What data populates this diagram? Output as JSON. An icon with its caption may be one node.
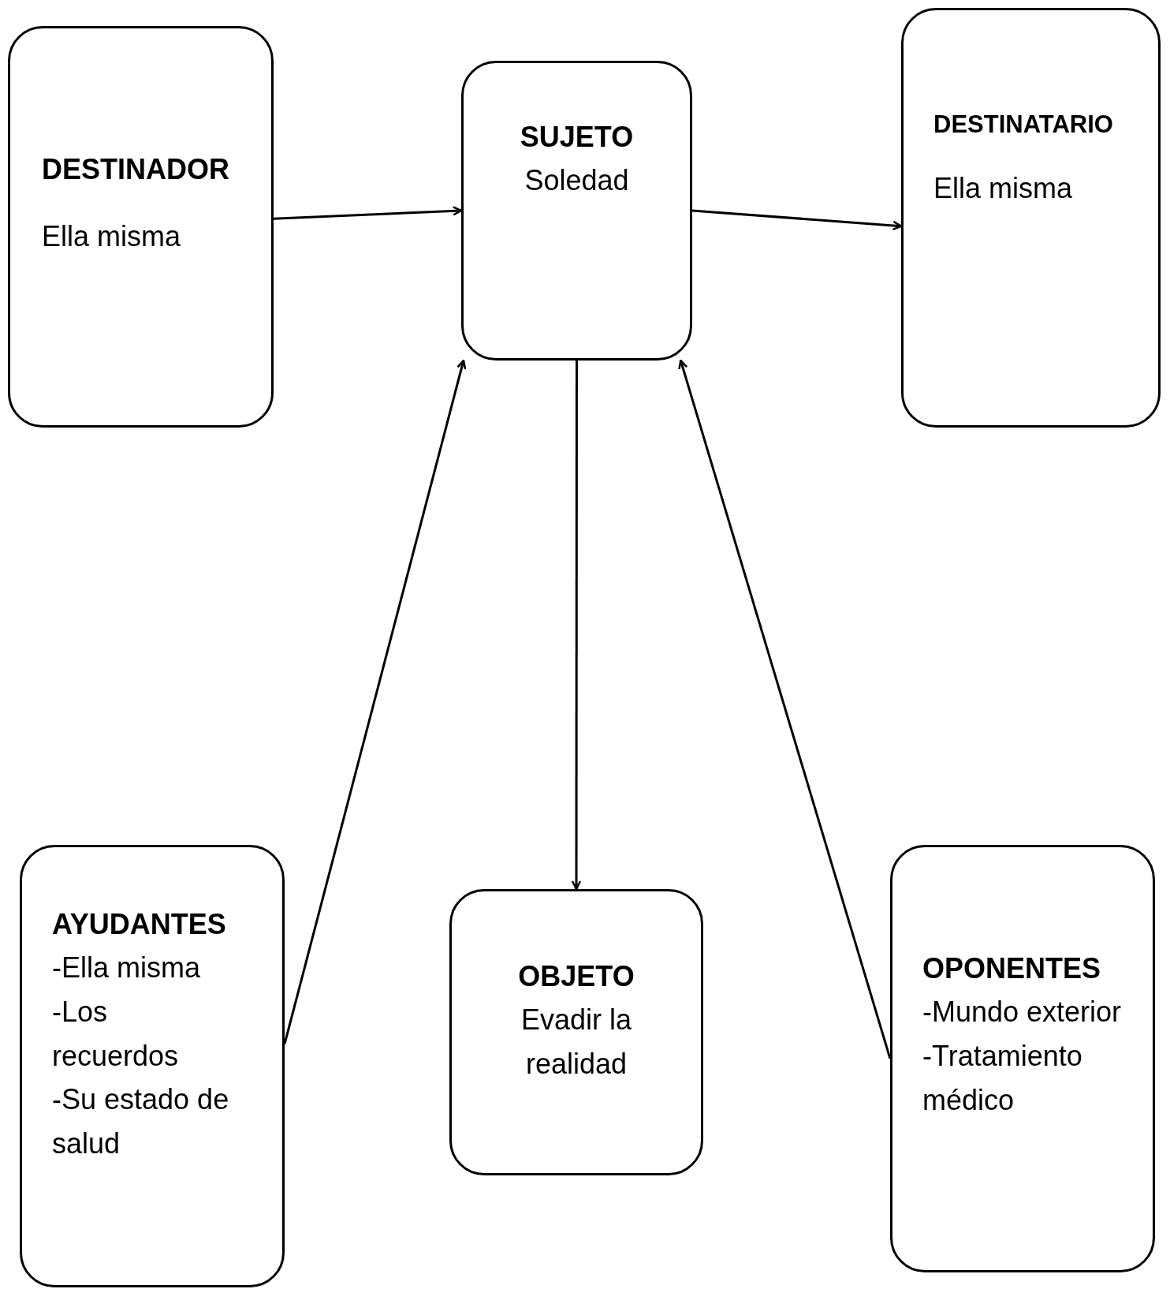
{
  "diagram": {
    "nodes": [
      {
        "text": [
          "DESTINADOR",
          "Ella misma"
        ]
      },
      {
        "text": [
          "SUJETO",
          "Soledad"
        ]
      },
      {
        "text": [
          "DESTINATARIO",
          "Ella misma"
        ]
      },
      {
        "text": [
          "AYUDANTES",
          "-Ella misma",
          "-Los recuerdos",
          "-Su estado de salud"
        ]
      },
      {
        "text": [
          "OBJETO",
          "Evadir la realidad"
        ]
      },
      {
        "text": [
          "OPONENTES",
          "-Mundo exterior",
          "-Tratamiento médico"
        ]
      }
    ],
    "edges": [
      {
        "from": 0,
        "to": 1,
        "arrow": "to"
      },
      {
        "from": 1,
        "to": 2,
        "arrow": "to"
      },
      {
        "from": 1,
        "to": 4,
        "arrow": "to"
      },
      {
        "from": 3,
        "to": 1,
        "arrow": "to"
      },
      {
        "from": 5,
        "to": 1,
        "arrow": "to"
      }
    ]
  }
}
